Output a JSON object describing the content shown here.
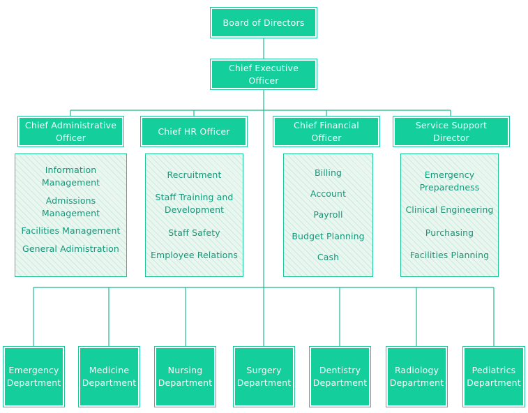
{
  "colors": {
    "node_fill": "#14cf9c",
    "node_text": "#f2fffa",
    "line": "#1bb98b",
    "panel_fill": "#e9f7f0",
    "panel_text": "#16977a"
  },
  "root": {
    "label": "Board of Directors"
  },
  "ceo": {
    "label": "Chief Executive Officer"
  },
  "executives": [
    {
      "label": "Chief Administrative Officer",
      "items": [
        "Information Management",
        "Admissions Management",
        "Facilities Management",
        "General Adimistration"
      ]
    },
    {
      "label": "Chief HR Officer",
      "items": [
        "Recruitment",
        "Staff Training and Development",
        "Staff Safety",
        "Employee Relations"
      ]
    },
    {
      "label": "Chief Financial Officer",
      "items": [
        "Billing",
        "Account",
        "Payroll",
        "Budget Planning",
        "Cash"
      ]
    },
    {
      "label": "Service Support Director",
      "items": [
        "Emergency Preparedness",
        "Clinical Engineering",
        "Purchasing",
        "Facilities Planning"
      ]
    }
  ],
  "departments": [
    {
      "label": "Emergency Department"
    },
    {
      "label": "Medicine Department"
    },
    {
      "label": "Nursing Department"
    },
    {
      "label": "Surgery Department"
    },
    {
      "label": "Dentistry Department"
    },
    {
      "label": "Radiology Department"
    },
    {
      "label": "Pediatrics Department"
    }
  ]
}
